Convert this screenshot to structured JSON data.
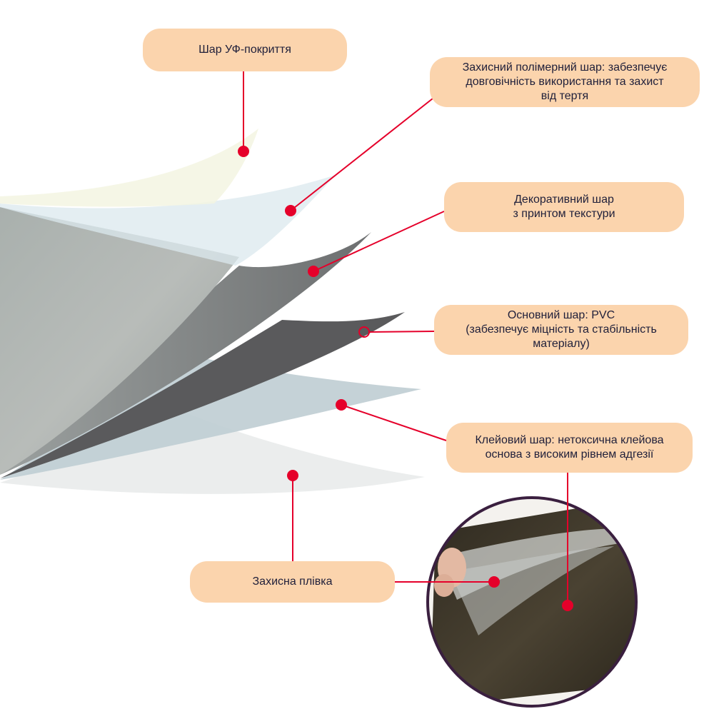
{
  "labels": {
    "uv_coating": "Шар УФ-покриття",
    "polymer_layer": "Захисний полімерний шар: забезпечує\nдовговічність використання та захист\nвід тертя",
    "decorative_layer": "Декоративний шар\nз принтом текстури",
    "base_layer": "Основний шар: PVC\n(забезпечує міцність та стабільність\nматеріалу)",
    "adhesive_layer": "Клейовий шар: нетоксична клейова\nоснова з високим рівнем адгезії",
    "protective_film": "Захисна  плівка"
  },
  "colors": {
    "label_bg": "#fbd4ad",
    "label_text": "#1f1f3a",
    "connector": "#e5002a",
    "inset_border": "#3a1f3f"
  }
}
